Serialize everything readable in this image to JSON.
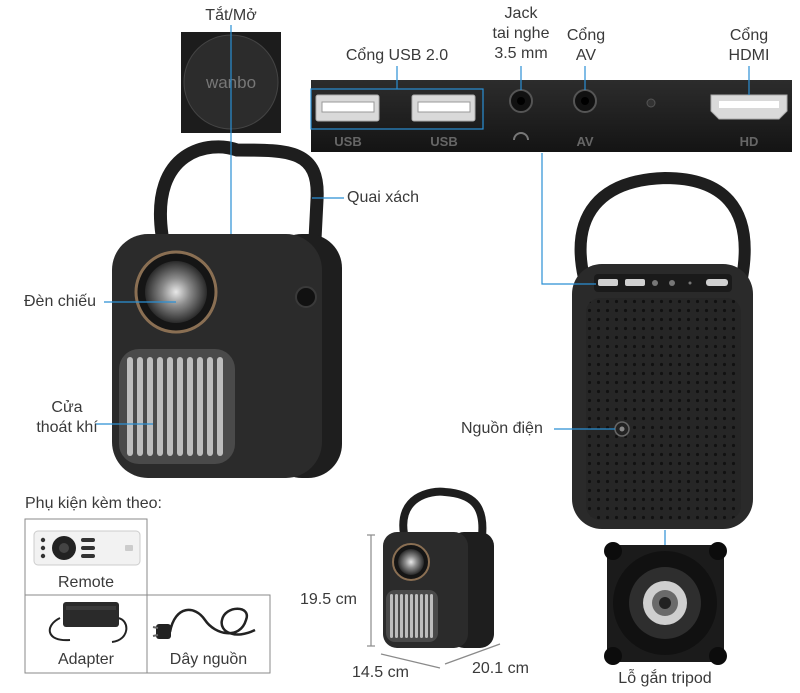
{
  "labels": {
    "power": "Tắt/Mở",
    "usb_port": "Cổng USB 2.0",
    "jack_line1": "Jack",
    "jack_line2": "tai nghe",
    "jack_line3": "3.5 mm",
    "av_line1": "Cổng",
    "av_line2": "AV",
    "hdmi_line1": "Cổng",
    "hdmi_line2": "HDMI",
    "handle": "Quai xách",
    "lens": "Đèn chiếu",
    "vent_line1": "Cửa",
    "vent_line2": "thoát khí",
    "power_input": "Nguồn điện",
    "accessories_title": "Phụ kiện kèm theo:",
    "remote": "Remote",
    "adapter": "Adapter",
    "power_cord": "Dây nguồn",
    "height": "19.5 cm",
    "width": "14.5 cm",
    "depth": "20.1 cm",
    "tripod": "Lỗ gắn tripod"
  },
  "port_panel": {
    "usb_text": "USB",
    "av_text": "AV",
    "hd_text": "HD"
  },
  "brand": "wanbo",
  "colors": {
    "device": "#2b2b2b",
    "device_dark": "#1a1a1a",
    "callout": "#2a8fd4",
    "frame": "#8a8a8a"
  }
}
